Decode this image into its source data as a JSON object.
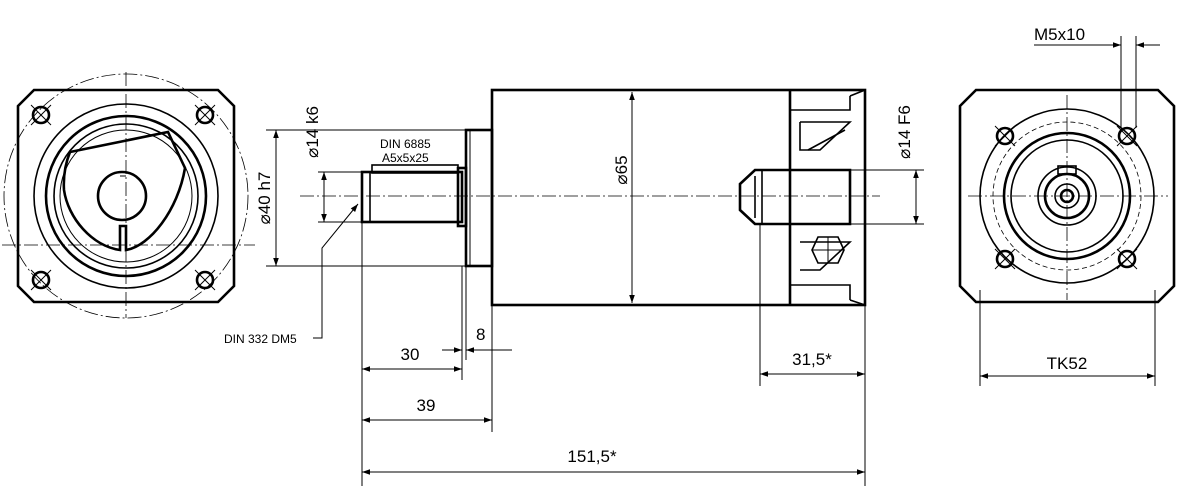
{
  "drawing": {
    "dimensions": {
      "shaft_diameter_input": "⌀14 k6",
      "centering_diameter": "⌀40 h7",
      "body_diameter": "⌀65",
      "bore_diameter": "⌀14 F6",
      "thread": "M5x10",
      "pitch_circle": "TK52",
      "shaft_length": "30",
      "flange_thickness": "8",
      "front_length": "39",
      "rear_length": "31,5*",
      "overall_length": "151,5*"
    },
    "callouts": {
      "key_standard": "DIN 6885",
      "key_size": "A5x5x25",
      "center_hole": "DIN 332 DM5"
    }
  }
}
